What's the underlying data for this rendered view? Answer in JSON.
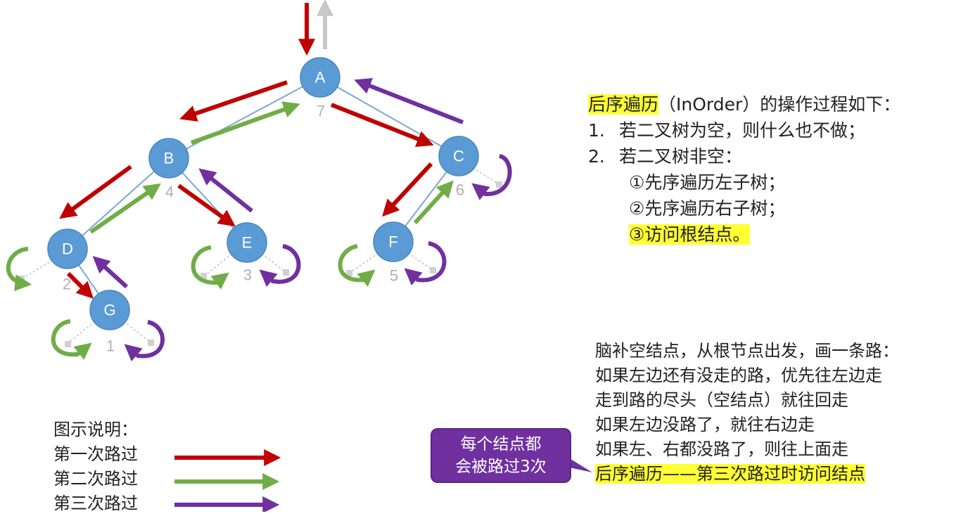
{
  "tree": {
    "nodes": [
      {
        "id": "A",
        "order": "7"
      },
      {
        "id": "B",
        "order": "4"
      },
      {
        "id": "C",
        "order": "6"
      },
      {
        "id": "D",
        "order": "2"
      },
      {
        "id": "E",
        "order": "3"
      },
      {
        "id": "F",
        "order": "5"
      },
      {
        "id": "G",
        "order": "1"
      }
    ]
  },
  "colors": {
    "node_fill": "#5b9bd5",
    "edge": "#7ea6d0",
    "first_pass": "#c00000",
    "second_pass": "#70ad47",
    "third_pass": "#7030a0",
    "entry_arrow": "#c8c8c8",
    "highlight": "#ffff33"
  },
  "rules": {
    "title_highlight": "后序遍历",
    "title_rest": "（InOrder）的操作过程如下：",
    "step1_num": "1.",
    "step1": "若二叉树为空，则什么也不做；",
    "step2_num": "2.",
    "step2": "若二叉树非空：",
    "sub1": "①先序遍历左子树；",
    "sub2": "②先序遍历右子树；",
    "sub3": "③访问根结点。"
  },
  "instructions": {
    "line1": "脑补空结点，从根节点出发，画一条路：",
    "line2": "如果左边还有没走的路，优先往左边走",
    "line3": "走到路的尽头（空结点）就往回走",
    "line4": "如果左边没路了，就往右边走",
    "line5": "如果左、右都没路了，则往上面走",
    "line6": "后序遍历——第三次路过时访问结点"
  },
  "callout": {
    "line1": "每个结点都",
    "line2": "会被路过3次"
  },
  "legend": {
    "title": "图示说明：",
    "first": "第一次路过",
    "second": "第二次路过",
    "third": "第三次路过"
  }
}
